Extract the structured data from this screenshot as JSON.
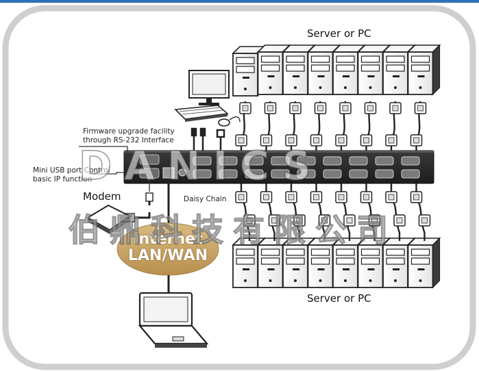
{
  "labels": {
    "server_top": "Server or PC",
    "server_bottom": "Server or PC",
    "firmware": "Firmware upgrade facility\nthrough RS-232 Interface",
    "mini_usb": "Mini USB port Control\nbasic IP function",
    "modem": "Modem",
    "daisy_chain": "Daisy Chain",
    "internet": "Internet\nLAN/WAN"
  },
  "watermark": {
    "line1": "DANICS",
    "line2": "伯鼎科技有限公司"
  },
  "colors": {
    "accent_bar": "#2f6fb6",
    "frame_border": "#cfcfcf",
    "device_body": "#2a2a2a",
    "cloud_fill": "#c9a86a",
    "cable": "#222222"
  }
}
